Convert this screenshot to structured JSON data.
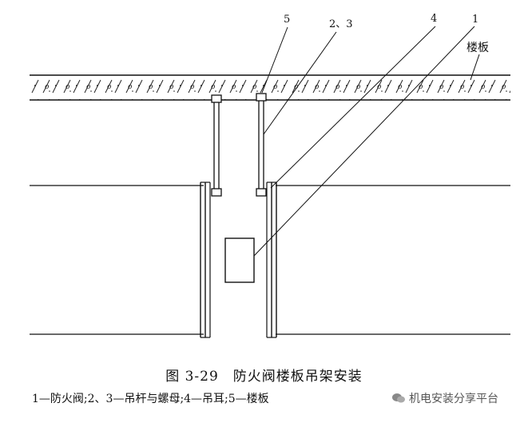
{
  "labels": {
    "n1": "1",
    "n23": "2、3",
    "n4": "4",
    "n5": "5",
    "slab": "楼板"
  },
  "caption": {
    "title": "图 3-29　防火阀楼板吊架安装",
    "legend": "1—防火阀;2、3—吊杆与螺母;4—吊耳;5—楼板"
  },
  "watermark": {
    "text": "机电安装分享平台",
    "icon": "wechat-icon"
  },
  "colors": {
    "ink": "#111111",
    "background": "#ffffff"
  }
}
